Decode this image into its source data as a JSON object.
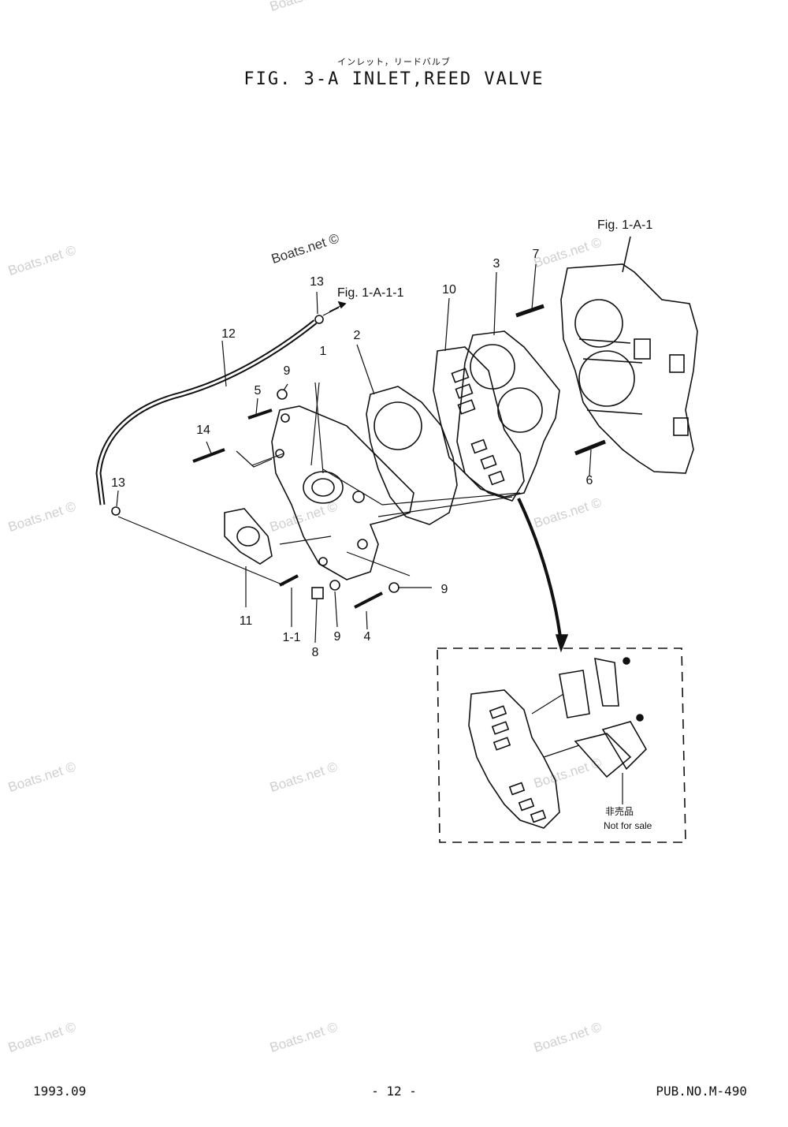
{
  "header": {
    "japanese_title": "インレット，リードバルブ",
    "figure_title": "FIG.  3-A INLET,REED VALVE"
  },
  "watermark": {
    "text": "Boats.net ©"
  },
  "references": {
    "fig_1_a_1": "Fig. 1-A-1",
    "fig_1_a_1_1": "Fig. 1-A-1-1"
  },
  "callouts": {
    "c1": "1",
    "c1_1": "1-1",
    "c2": "2",
    "c3": "3",
    "c4": "4",
    "c5": "5",
    "c6": "6",
    "c7": "7",
    "c8": "8",
    "c9a": "9",
    "c9b": "9",
    "c9c": "9",
    "c10": "10",
    "c11": "11",
    "c12": "12",
    "c13a": "13",
    "c13b": "13",
    "c14": "14"
  },
  "detail_box": {
    "not_for_sale_jp": "非売品",
    "not_for_sale": "Not for sale"
  },
  "footer": {
    "date": "1993.09",
    "page": "- 12 -",
    "pub_no": "PUB.NO.M-490"
  }
}
